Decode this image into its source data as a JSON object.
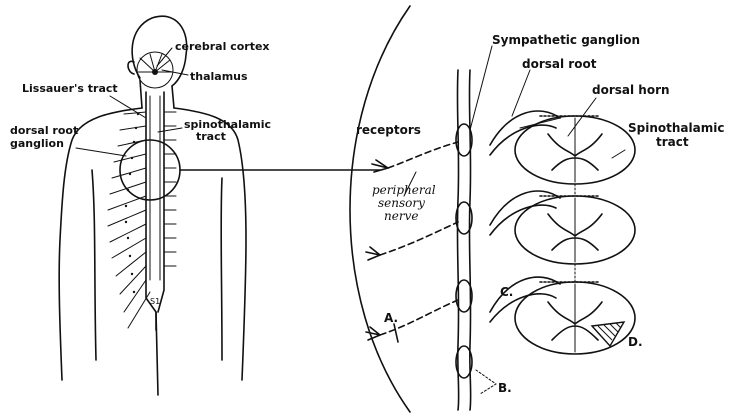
{
  "labels": {
    "cerebral_cortex": "cerebral cortex",
    "thalamus": "thalamus",
    "lissauers_tract": "Lissauer's tract",
    "spinothalamic_tract_left_1": "spinothalamic",
    "spinothalamic_tract_left_2": "tract",
    "dorsal_root_ganglion_1": "dorsal root",
    "dorsal_root_ganglion_2": "ganglion",
    "s1": "S1",
    "sympathetic_ganglion": "Sympathetic ganglion",
    "dorsal_root": "dorsal root",
    "dorsal_horn": "dorsal horn",
    "receptors": "receptors",
    "spinothalamic_right_1": "Spinothalamic",
    "spinothalamic_right_2": "tract",
    "peripheral_1": "peripheral",
    "peripheral_2": "sensory",
    "peripheral_3": "nerve",
    "letter_a": "A.",
    "letter_b": "B.",
    "letter_c": "C.",
    "letter_d": "D."
  }
}
